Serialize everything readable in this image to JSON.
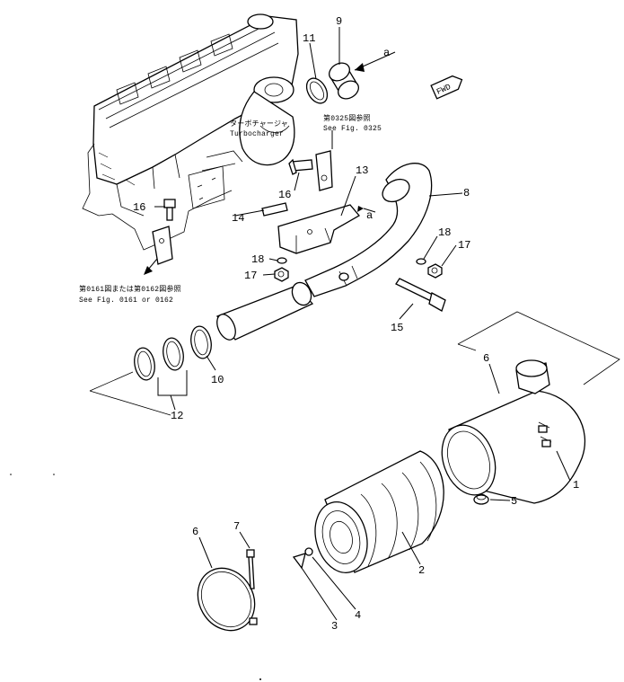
{
  "callouts": [
    {
      "id": "c1",
      "text": "1"
    },
    {
      "id": "c2",
      "text": "2"
    },
    {
      "id": "c3",
      "text": "3"
    },
    {
      "id": "c4",
      "text": "4"
    },
    {
      "id": "c5",
      "text": "5"
    },
    {
      "id": "c6a",
      "text": "6"
    },
    {
      "id": "c6b",
      "text": "6"
    },
    {
      "id": "c7",
      "text": "7"
    },
    {
      "id": "c8",
      "text": "8"
    },
    {
      "id": "c9",
      "text": "9"
    },
    {
      "id": "c10",
      "text": "10"
    },
    {
      "id": "c11",
      "text": "11"
    },
    {
      "id": "c12",
      "text": "12"
    },
    {
      "id": "c13",
      "text": "13"
    },
    {
      "id": "c14",
      "text": "14"
    },
    {
      "id": "c15",
      "text": "15"
    },
    {
      "id": "c16a",
      "text": "16"
    },
    {
      "id": "c16b",
      "text": "16"
    },
    {
      "id": "c17a",
      "text": "17"
    },
    {
      "id": "c17b",
      "text": "17"
    },
    {
      "id": "c18a",
      "text": "18"
    },
    {
      "id": "c18b",
      "text": "18"
    }
  ],
  "markers": {
    "a_top": "a",
    "a_mid": "a"
  },
  "fwd": "FWD",
  "notes": {
    "turbo_jp": "ターボチャージャ",
    "turbo_en": "Turbocharger",
    "fig0325_jp": "第0325図参照",
    "fig0325_en": "See Fig. 0325",
    "fig0161_jp": "第0161図または第0162図参照",
    "fig0161_en": "See  Fig.  0161  or  0162"
  }
}
